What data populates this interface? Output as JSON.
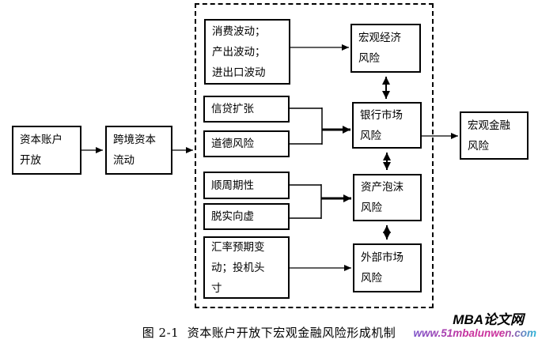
{
  "page": {
    "background_color": "#ffffff",
    "line_color": "#000000"
  },
  "diagram": {
    "nodes": {
      "capital_account": {
        "label": "资本账户\n开放"
      },
      "crossborder_flow": {
        "label": "跨境资本\n流动"
      },
      "consumption_fluctuation": {
        "label": "消费波动；\n产出波动；\n进出口波动"
      },
      "credit_expansion": {
        "label": "信贷扩张"
      },
      "moral_hazard": {
        "label": "道德风险"
      },
      "procyclicality": {
        "label": "顺周期性"
      },
      "real_to_virtual": {
        "label": "脱实向虚"
      },
      "exchange_expectation": {
        "label": "汇率预期变\n动；投机头\n寸"
      },
      "macro_economic_risk": {
        "label": "宏观经济\n风险"
      },
      "bank_market_risk": {
        "label": "银行市场\n风险"
      },
      "asset_bubble_risk": {
        "label": "资产泡沫\n风险"
      },
      "external_market_risk": {
        "label": "外部市场\n风险"
      },
      "macro_financial_risk": {
        "label": "宏观金融\n风险"
      }
    }
  },
  "caption": {
    "text": "图 2-1  资本账户开放下宏观金融风险形成机制"
  },
  "watermark": {
    "title": "MBA论文网",
    "url": "www.51mbalunwen.com",
    "url_gradient_colors": [
      "#7b52c9",
      "#c9309c",
      "#29b7d8"
    ]
  }
}
